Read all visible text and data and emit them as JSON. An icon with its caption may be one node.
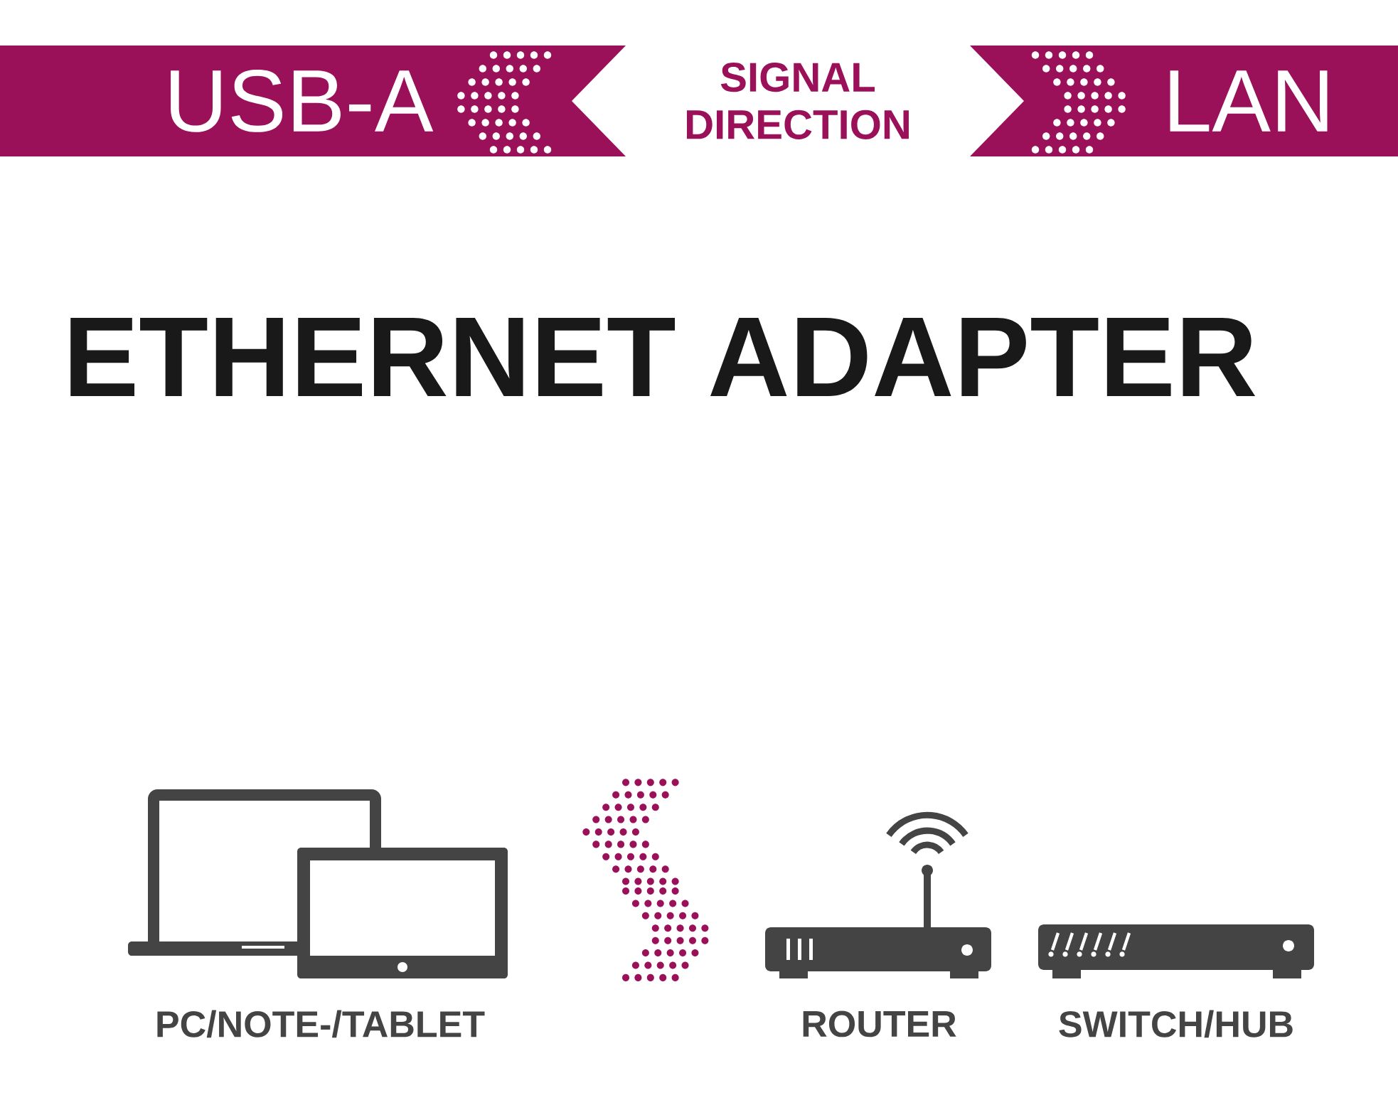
{
  "diagram": {
    "title": "ETHERNET ADAPTER",
    "nodes": [
      {
        "text": [
          "USB-A"
        ]
      },
      {
        "text": [
          "LAN"
        ]
      }
    ],
    "labels": [
      "SIGNAL DIRECTION",
      "PC/NOTE-/TABLET",
      "ROUTER",
      "SWITCH/HUB"
    ]
  }
}
